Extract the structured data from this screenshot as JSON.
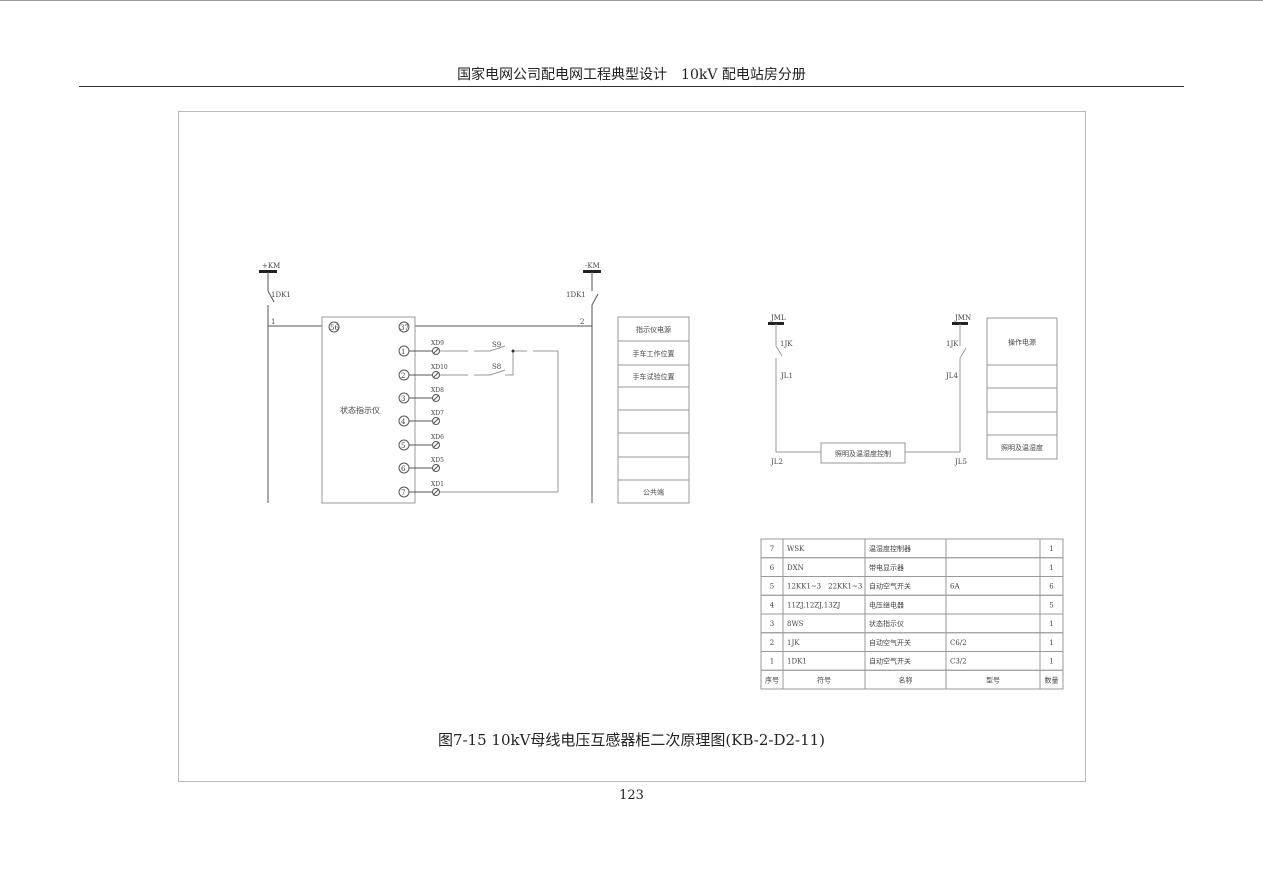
{
  "header": {
    "title": "国家电网公司配电网工程典型设计　10kV 配电站房分册"
  },
  "caption": "图7-15 10kV母线电压互感器柜二次原理图(KB-2-D2-11)",
  "page_number": "123",
  "left_circuit": {
    "bus_pos": "+KM",
    "bus_neg": "-KM",
    "breaker_left": "1DK1",
    "breaker_right": "1DK1",
    "node_left": "1",
    "node_right": "2",
    "device_label": "状态指示仪",
    "terminal_a": "56",
    "terminal_b": "37",
    "pins": [
      "1",
      "2",
      "3",
      "4",
      "5",
      "6",
      "7"
    ],
    "terminals": [
      "XD9",
      "XD10",
      "XD8",
      "XD7",
      "XD6",
      "XD5",
      "XD1"
    ],
    "switch_s9": "S9",
    "switch_s8": "S8",
    "legend": [
      "指示仪电源",
      "手车工作位置",
      "手车试验位置",
      "",
      "",
      "",
      "",
      "公共端"
    ]
  },
  "right_circuit": {
    "bus_l": "JML",
    "bus_n": "JMN",
    "breaker_left": "1JK",
    "breaker_right": "1JK",
    "term_jl1": "JL1",
    "term_jl4": "JL4",
    "term_jl2": "JL2",
    "term_jl5": "JL5",
    "control_box": "照明及温湿度控制",
    "legend": [
      "操作电源",
      "",
      "",
      "",
      "照明及温湿度"
    ]
  },
  "parts_table": {
    "headers": [
      "序号",
      "符号",
      "名称",
      "型号",
      "数量"
    ],
    "rows": [
      [
        "7",
        "WSK",
        "温湿度控制器",
        "",
        "1"
      ],
      [
        "6",
        "DXN",
        "带电显示器",
        "",
        "1"
      ],
      [
        "5",
        "12KK1~3　22KK1~3",
        "自动空气开关",
        "6A",
        "6"
      ],
      [
        "4",
        "11ZJ,12ZJ,13ZJ",
        "电压继电器",
        "",
        "5"
      ],
      [
        "3",
        "8WS",
        "状态指示仪",
        "",
        "1"
      ],
      [
        "2",
        "1JK",
        "自动空气开关",
        "C6/2",
        "1"
      ],
      [
        "1",
        "1DK1",
        "自动空气开关",
        "C3/2",
        "1"
      ]
    ]
  }
}
